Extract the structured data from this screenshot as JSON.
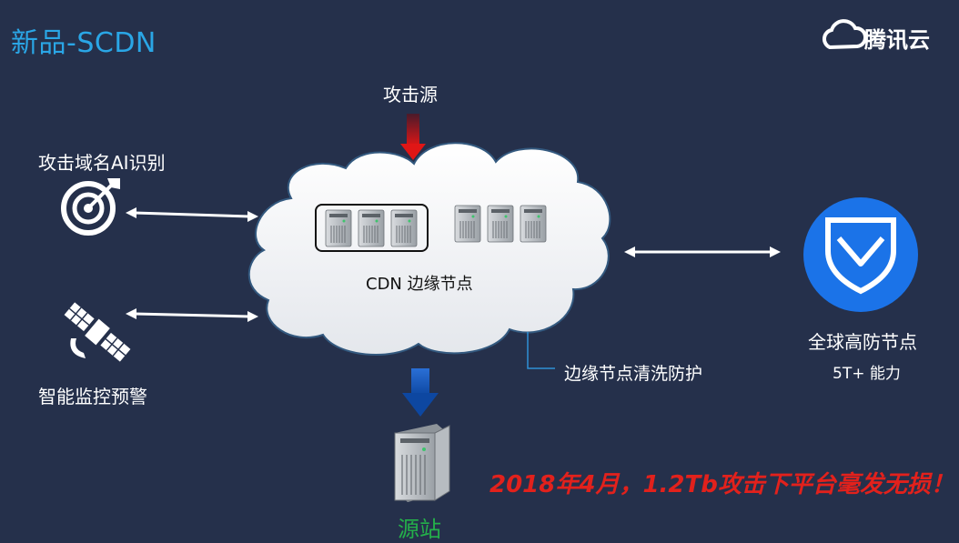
{
  "title": "新品-SCDN",
  "brand": {
    "name": "腾讯云",
    "logo_icon": "tencent-cloud-icon"
  },
  "labels": {
    "attack_source": "攻击源",
    "ai_detection": "攻击域名AI识别",
    "monitoring": "智能监控预警",
    "cdn_node": "CDN 边缘节点",
    "edge_cleaning": "边缘节点清洗防护",
    "global_node": "全球高防节点",
    "capacity": "5T+ 能力",
    "origin": "源站"
  },
  "highlight": "2018年4月，1.2Tb攻击下平台毫发无损！",
  "icons": [
    "target-icon",
    "satellite-icon",
    "server-icon",
    "shield-icon"
  ],
  "colors": {
    "background": "#25304b",
    "title": "#2aa6e6",
    "highlight": "#e2211c",
    "origin": "#24b04a",
    "shield": "#1b73e8",
    "arrow_down": "#1565c0",
    "arrow_attack": "#d81b1b"
  }
}
